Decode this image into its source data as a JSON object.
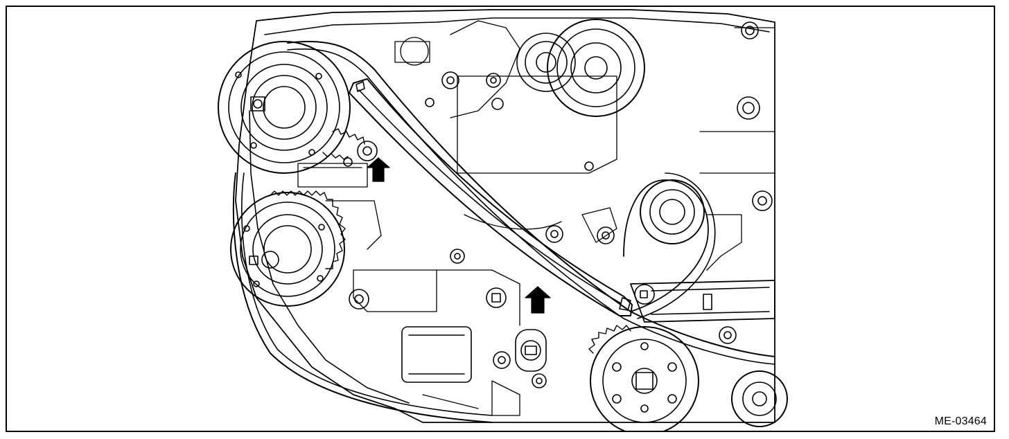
{
  "figure": {
    "code": "ME-03464"
  },
  "colors": {
    "line": "#000000",
    "background": "#ffffff"
  },
  "annotations": {
    "arrows": [
      "up-arrow",
      "up-arrow"
    ]
  }
}
